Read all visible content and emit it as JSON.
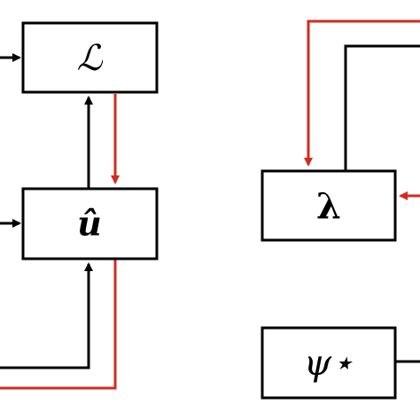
{
  "nodes": {
    "L": {
      "label": "ℒ"
    },
    "u_hat": {
      "label": "û"
    },
    "lambda": {
      "label": "λ"
    },
    "psi_star": {
      "label": "ψ⋆"
    }
  },
  "colors": {
    "forward": "#000000",
    "backward": "#d42a1e"
  }
}
